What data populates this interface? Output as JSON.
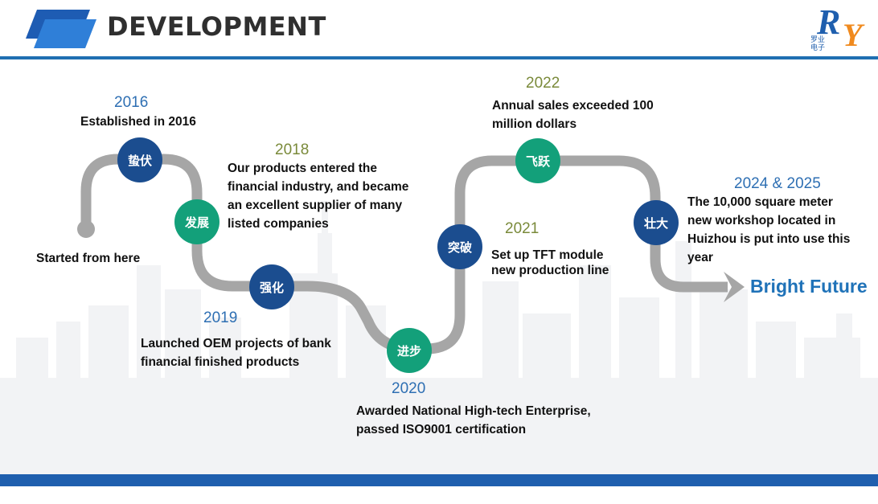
{
  "header": {
    "title": "DEVELOPMENT",
    "logo_letters": [
      "R",
      "Y"
    ],
    "logo_text": [
      "罗业",
      "电子"
    ]
  },
  "start_label": "Started from here",
  "end_label": "Bright Future",
  "milestones": [
    {
      "node": "蛰伏",
      "year": "2016",
      "desc": [
        "Established in 2016"
      ]
    },
    {
      "node": "发展",
      "year": "2018",
      "desc": [
        "Our products entered the",
        "financial industry, and became",
        "an excellent supplier of many",
        "listed companies"
      ]
    },
    {
      "node": "强化",
      "year": "2019",
      "desc": [
        "Launched OEM projects of bank",
        "financial finished products"
      ]
    },
    {
      "node": "进步",
      "year": "2020",
      "desc": [
        "Awarded National High-tech Enterprise,",
        "passed ISO9001 certification"
      ]
    },
    {
      "node": "突破",
      "year": "2021",
      "desc": [
        "Set up TFT module",
        "new production line"
      ]
    },
    {
      "node": "飞跃",
      "year": "2022",
      "desc": [
        "Annual sales exceeded 100",
        "million dollars"
      ]
    },
    {
      "node": "壮大",
      "year": "2024 & 2025",
      "desc": [
        "The 10,000 square meter",
        "new workshop located in",
        "Huizhou is put into use this",
        "year"
      ]
    }
  ],
  "colors": {
    "accent_blue": "#1f6fb2",
    "navy_node": "#1b4d8f",
    "teal_node": "#13a07a",
    "path_gray": "#a6a6a6",
    "year_green": "#7a8a3a"
  }
}
